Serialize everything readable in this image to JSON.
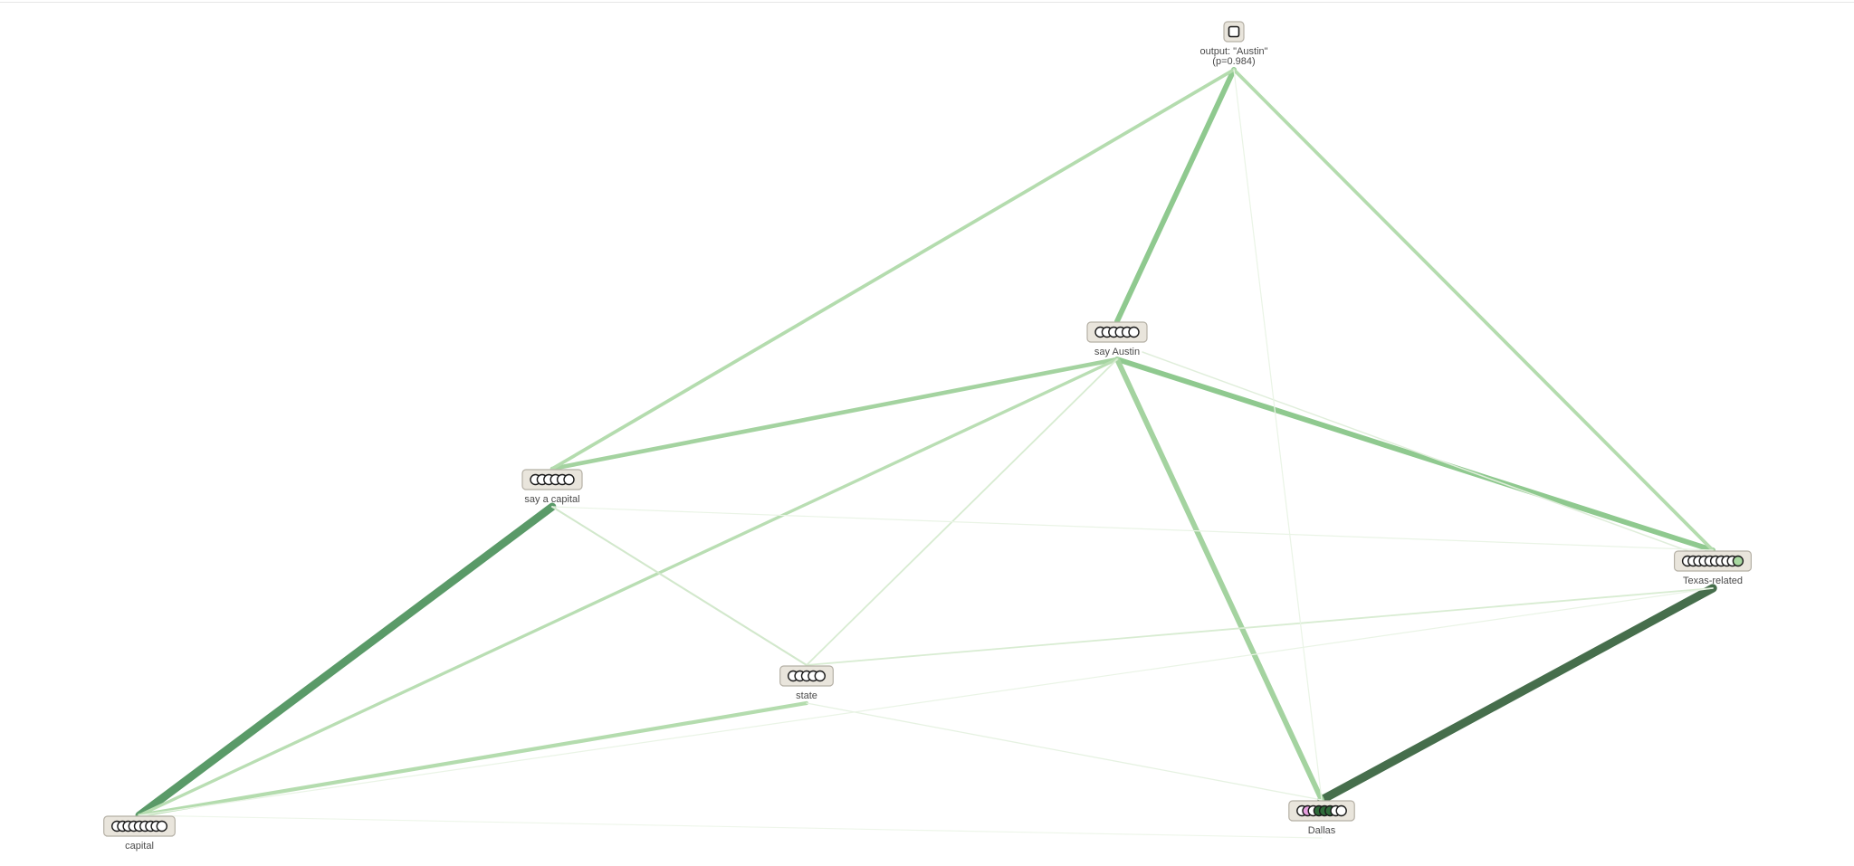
{
  "graph": {
    "nodes": [
      {
        "id": "output",
        "label": "output: \"Austin\"",
        "sublabel": "(p=0.984)",
        "circles": 1,
        "shape": "square"
      },
      {
        "id": "say-austin",
        "label": "say Austin",
        "circles": 6
      },
      {
        "id": "say-capital",
        "label": "say a capital",
        "circles": 6
      },
      {
        "id": "texas",
        "label": "Texas-related",
        "circles": 10,
        "highlight": "#a8d8a0"
      },
      {
        "id": "state",
        "label": "state",
        "circles": 5
      },
      {
        "id": "capital",
        "label": "capital",
        "circles": 9
      },
      {
        "id": "dallas",
        "label": "Dallas",
        "circles": 8,
        "highlight": "#e8a0e0"
      }
    ],
    "edges": [
      {
        "from": "capital",
        "to": "say-capital",
        "weight": 0.95,
        "color": "#5a9a68"
      },
      {
        "from": "dallas",
        "to": "texas",
        "weight": 1.0,
        "color": "#466e4c"
      },
      {
        "from": "say-austin",
        "to": "output",
        "weight": 0.6,
        "color": "#8fc98f"
      },
      {
        "from": "say-austin",
        "to": "texas",
        "weight": 0.6,
        "color": "#8fc98f"
      },
      {
        "from": "say-austin",
        "to": "dallas",
        "weight": 0.6,
        "color": "#a4d3a0"
      },
      {
        "from": "say-capital",
        "to": "say-austin",
        "weight": 0.45,
        "color": "#a4d3a0"
      },
      {
        "from": "say-capital",
        "to": "output",
        "weight": 0.35,
        "color": "#b4dcae"
      },
      {
        "from": "texas",
        "to": "output",
        "weight": 0.35,
        "color": "#b4dcae"
      },
      {
        "from": "capital",
        "to": "say-austin",
        "weight": 0.3,
        "color": "#b9deb3"
      },
      {
        "from": "capital",
        "to": "state",
        "weight": 0.4,
        "color": "#b4dcae"
      },
      {
        "from": "say-capital",
        "to": "state",
        "weight": 0.15,
        "color": "#d2e8cc"
      },
      {
        "from": "state",
        "to": "say-austin",
        "weight": 0.12,
        "color": "#d8ecd2"
      },
      {
        "from": "state",
        "to": "texas",
        "weight": 0.12,
        "color": "#d8ecd2"
      },
      {
        "from": "state",
        "to": "dallas",
        "weight": 0.06,
        "color": "#e6f2e2"
      },
      {
        "from": "say-austin",
        "to": "texas",
        "weight": 0.08,
        "color": "#e0eedb",
        "offset": 28
      },
      {
        "from": "say-capital",
        "to": "texas",
        "weight": 0.05,
        "color": "#eaf4e6"
      },
      {
        "from": "output",
        "to": "dallas",
        "weight": 0.05,
        "color": "#eaf4e6"
      },
      {
        "from": "capital",
        "to": "texas",
        "weight": 0.05,
        "color": "#eaf4e6"
      },
      {
        "from": "capital",
        "to": "dallas",
        "weight": 0.04,
        "color": "#eef6ea"
      }
    ]
  }
}
